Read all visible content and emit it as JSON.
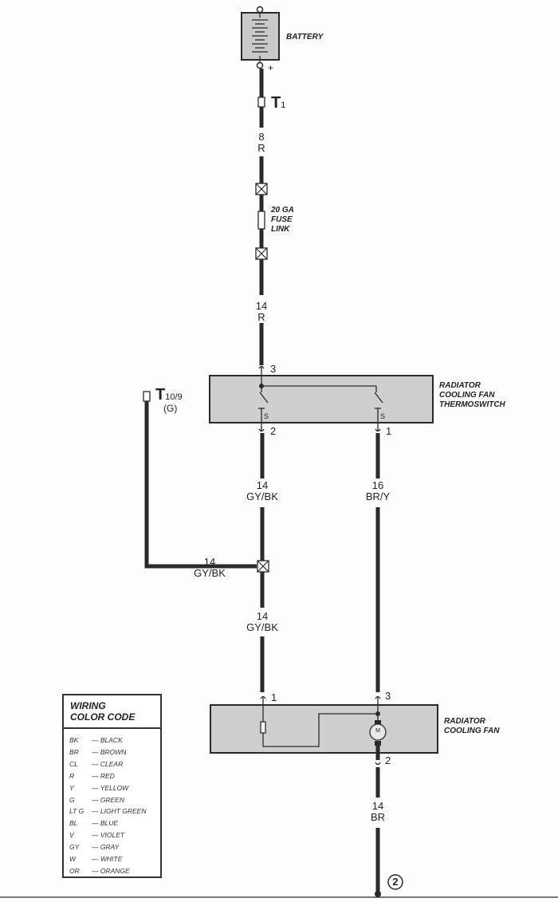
{
  "battery": {
    "label": "BATTERY",
    "plus": "+"
  },
  "t1": {
    "label": "T",
    "sub": "1"
  },
  "wire_top": {
    "gauge": "8",
    "color": "R"
  },
  "fuse": {
    "line1": "20 GA",
    "line2": "FUSE",
    "line3": "LINK"
  },
  "wire_r14": {
    "gauge": "14",
    "color": "R"
  },
  "thermoswitch": {
    "line1": "RADIATOR",
    "line2": "COOLING FAN",
    "line3": "THERMOSWITCH",
    "pin3": "3",
    "pin2": "2",
    "pin1": "1",
    "s_left": "S",
    "s_right": "S"
  },
  "t10": {
    "label": "T",
    "sub": "10/9",
    "note": "(G)"
  },
  "wire_gybk_a": {
    "gauge": "14",
    "color": "GY/BK"
  },
  "wire_bry": {
    "gauge": "16",
    "color": "BR/Y"
  },
  "wire_gybk_branch": {
    "gauge": "14",
    "color": "GY/BK"
  },
  "wire_gybk_b": {
    "gauge": "14",
    "color": "GY/BK"
  },
  "fan": {
    "line1": "RADIATOR",
    "line2": "COOLING FAN",
    "pin1": "1",
    "pin3": "3",
    "pin2": "2",
    "motor": "M"
  },
  "wire_br": {
    "gauge": "14",
    "color": "BR"
  },
  "ground": {
    "label": "2"
  },
  "legend": {
    "title1": "WIRING",
    "title2": "COLOR CODE",
    "items": [
      {
        "code": "BK",
        "name": "— BLACK"
      },
      {
        "code": "BR",
        "name": "— BROWN"
      },
      {
        "code": "CL",
        "name": "— CLEAR"
      },
      {
        "code": "R",
        "name": "— RED"
      },
      {
        "code": "Y",
        "name": "— YELLOW"
      },
      {
        "code": "G",
        "name": "— GREEN"
      },
      {
        "code": "LT G",
        "name": "— LIGHT GREEN"
      },
      {
        "code": "BL",
        "name": "— BLUE"
      },
      {
        "code": "V",
        "name": "— VIOLET"
      },
      {
        "code": "GY",
        "name": "— GRAY"
      },
      {
        "code": "W",
        "name": "— WHITE"
      },
      {
        "code": "OR",
        "name": "— ORANGE"
      }
    ]
  }
}
